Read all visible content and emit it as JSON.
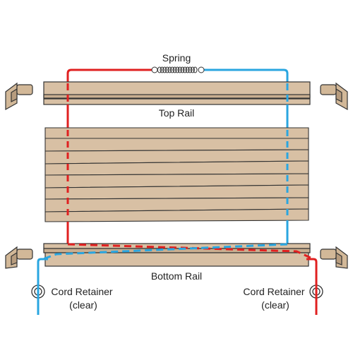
{
  "labels": {
    "spring": "Spring",
    "top_rail": "Top Rail",
    "bottom_rail": "Bottom Rail",
    "cord_retainer_left": "Cord Retainer",
    "cord_retainer_left_note": "(clear)",
    "cord_retainer_right": "Cord Retainer",
    "cord_retainer_right_note": "(clear)"
  },
  "colors": {
    "fabric": "#d8c0a4",
    "outline": "#333333",
    "cord_red": "#e02020",
    "cord_blue": "#2aa6e0",
    "bracket": "#d2b898",
    "background": "#ffffff"
  },
  "icons": [
    "left-top-bracket-icon",
    "right-top-bracket-icon",
    "left-bottom-bracket-icon",
    "right-bottom-bracket-icon",
    "spring-coil-icon",
    "cord-retainer-icon"
  ]
}
